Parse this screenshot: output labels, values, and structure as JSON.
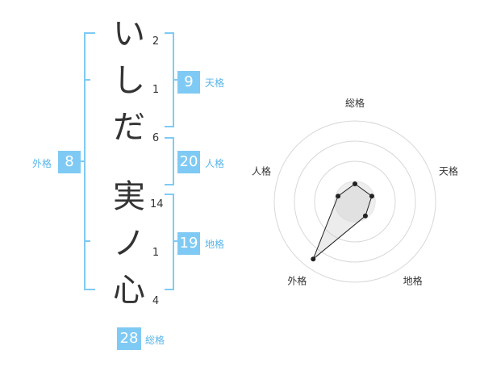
{
  "name": {
    "chars": [
      {
        "char": "い",
        "strokes": "2"
      },
      {
        "char": "し",
        "strokes": "1"
      },
      {
        "char": "だ",
        "strokes": "6"
      },
      {
        "char": "実",
        "strokes": "14"
      },
      {
        "char": "ノ",
        "strokes": "1"
      },
      {
        "char": "心",
        "strokes": "4"
      }
    ]
  },
  "scores": {
    "tenkaku": {
      "value": "9",
      "label": "天格"
    },
    "jinkaku": {
      "value": "20",
      "label": "人格"
    },
    "chikaku": {
      "value": "19",
      "label": "地格"
    },
    "gaikaku": {
      "value": "8",
      "label": "外格"
    },
    "soukaku": {
      "value": "28",
      "label": "総格"
    }
  },
  "radar": {
    "axes": [
      "総格",
      "天格",
      "地格",
      "外格",
      "人格"
    ],
    "levels": 4,
    "values": [
      0.22,
      0.22,
      0.22,
      0.88,
      0.22
    ]
  },
  "colors": {
    "accent": "#7fcaf4",
    "label": "#58b5ea",
    "text": "#333333"
  }
}
